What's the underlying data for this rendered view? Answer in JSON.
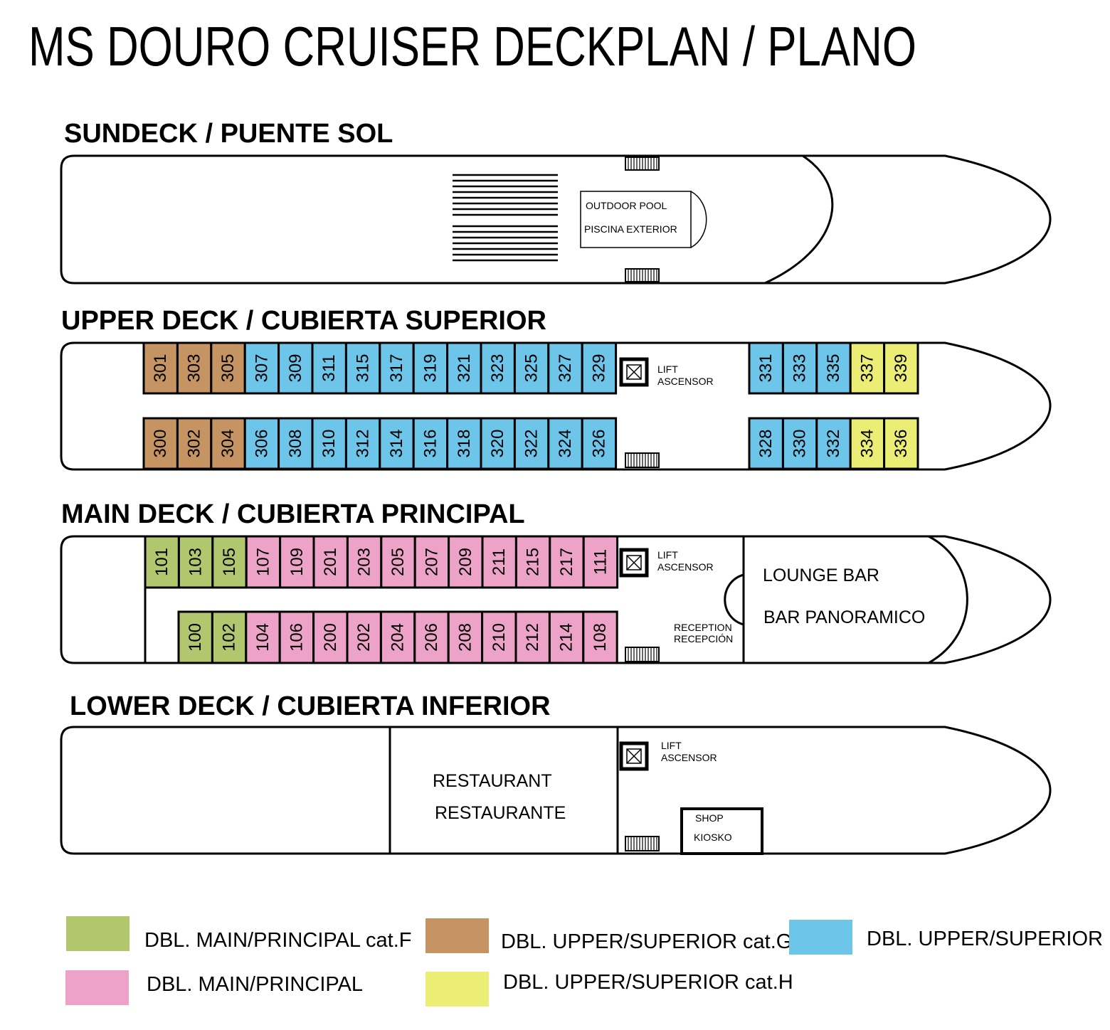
{
  "title": "MS DOURO CRUISER DECKPLAN / PLANO",
  "colors": {
    "F": "#b1c76e",
    "G": "#c69463",
    "B": "#6dc5ea",
    "P": "#eda2c7",
    "H": "#eced74"
  },
  "decks": {
    "sundeck": {
      "title": "SUNDECK / PUENTE SOL",
      "pool_label_1": "OUTDOOR POOL",
      "pool_label_2": "PISCINA EXTERIOR"
    },
    "upper": {
      "title": "UPPER DECK / CUBIERTA SUPERIOR",
      "lift_1": "LIFT",
      "lift_2": "ASCENSOR",
      "top_left": [
        {
          "n": "301",
          "c": "G"
        },
        {
          "n": "303",
          "c": "G"
        },
        {
          "n": "305",
          "c": "G"
        },
        {
          "n": "307",
          "c": "B"
        },
        {
          "n": "309",
          "c": "B"
        },
        {
          "n": "311",
          "c": "B"
        },
        {
          "n": "315",
          "c": "B"
        },
        {
          "n": "317",
          "c": "B"
        },
        {
          "n": "319",
          "c": "B"
        },
        {
          "n": "321",
          "c": "B"
        },
        {
          "n": "323",
          "c": "B"
        },
        {
          "n": "325",
          "c": "B"
        },
        {
          "n": "327",
          "c": "B"
        },
        {
          "n": "329",
          "c": "B"
        }
      ],
      "bottom_left": [
        {
          "n": "300",
          "c": "G"
        },
        {
          "n": "302",
          "c": "G"
        },
        {
          "n": "304",
          "c": "G"
        },
        {
          "n": "306",
          "c": "B"
        },
        {
          "n": "308",
          "c": "B"
        },
        {
          "n": "310",
          "c": "B"
        },
        {
          "n": "312",
          "c": "B"
        },
        {
          "n": "314",
          "c": "B"
        },
        {
          "n": "316",
          "c": "B"
        },
        {
          "n": "318",
          "c": "B"
        },
        {
          "n": "320",
          "c": "B"
        },
        {
          "n": "322",
          "c": "B"
        },
        {
          "n": "324",
          "c": "B"
        },
        {
          "n": "326",
          "c": "B"
        }
      ],
      "top_right": [
        {
          "n": "331",
          "c": "B"
        },
        {
          "n": "333",
          "c": "B"
        },
        {
          "n": "335",
          "c": "B"
        },
        {
          "n": "337",
          "c": "H"
        },
        {
          "n": "339",
          "c": "H"
        }
      ],
      "bottom_right": [
        {
          "n": "328",
          "c": "B"
        },
        {
          "n": "330",
          "c": "B"
        },
        {
          "n": "332",
          "c": "B"
        },
        {
          "n": "334",
          "c": "H"
        },
        {
          "n": "336",
          "c": "H"
        }
      ]
    },
    "main": {
      "title": "MAIN DECK / CUBIERTA PRINCIPAL",
      "lift_1": "LIFT",
      "lift_2": "ASCENSOR",
      "reception_1": "RECEPTION",
      "reception_2": "RECEPCIÓN",
      "lounge_1": "LOUNGE BAR",
      "lounge_2": "BAR PANORAMICO",
      "top": [
        {
          "n": "101",
          "c": "F"
        },
        {
          "n": "103",
          "c": "F"
        },
        {
          "n": "105",
          "c": "F"
        },
        {
          "n": "107",
          "c": "P"
        },
        {
          "n": "109",
          "c": "P"
        },
        {
          "n": "201",
          "c": "P"
        },
        {
          "n": "203",
          "c": "P"
        },
        {
          "n": "205",
          "c": "P"
        },
        {
          "n": "207",
          "c": "P"
        },
        {
          "n": "209",
          "c": "P"
        },
        {
          "n": "211",
          "c": "P"
        },
        {
          "n": "215",
          "c": "P"
        },
        {
          "n": "217",
          "c": "P"
        },
        {
          "n": "111",
          "c": "P"
        }
      ],
      "bottom": [
        {
          "n": "100",
          "c": "F"
        },
        {
          "n": "102",
          "c": "F"
        },
        {
          "n": "104",
          "c": "P"
        },
        {
          "n": "106",
          "c": "P"
        },
        {
          "n": "200",
          "c": "P"
        },
        {
          "n": "202",
          "c": "P"
        },
        {
          "n": "204",
          "c": "P"
        },
        {
          "n": "206",
          "c": "P"
        },
        {
          "n": "208",
          "c": "P"
        },
        {
          "n": "210",
          "c": "P"
        },
        {
          "n": "212",
          "c": "P"
        },
        {
          "n": "214",
          "c": "P"
        },
        {
          "n": "108",
          "c": "P"
        }
      ]
    },
    "lower": {
      "title": "LOWER DECK / CUBIERTA INFERIOR",
      "restaurant_1": "RESTAURANT",
      "restaurant_2": "RESTAURANTE",
      "lift_1": "LIFT",
      "lift_2": "ASCENSOR",
      "shop_1": "SHOP",
      "shop_2": "KIOSKO"
    }
  },
  "legend": [
    {
      "label": "DBL. MAIN/PRINCIPAL cat.F",
      "c": "F"
    },
    {
      "label": "DBL. MAIN/PRINCIPAL",
      "c": "P"
    },
    {
      "label": "DBL.  UPPER/SUPERIOR  cat.G",
      "c": "G"
    },
    {
      "label": "DBL. UPPER/SUPERIOR  cat.H",
      "c": "H"
    },
    {
      "label": "DBL. UPPER/SUPERIOR",
      "c": "B"
    }
  ]
}
